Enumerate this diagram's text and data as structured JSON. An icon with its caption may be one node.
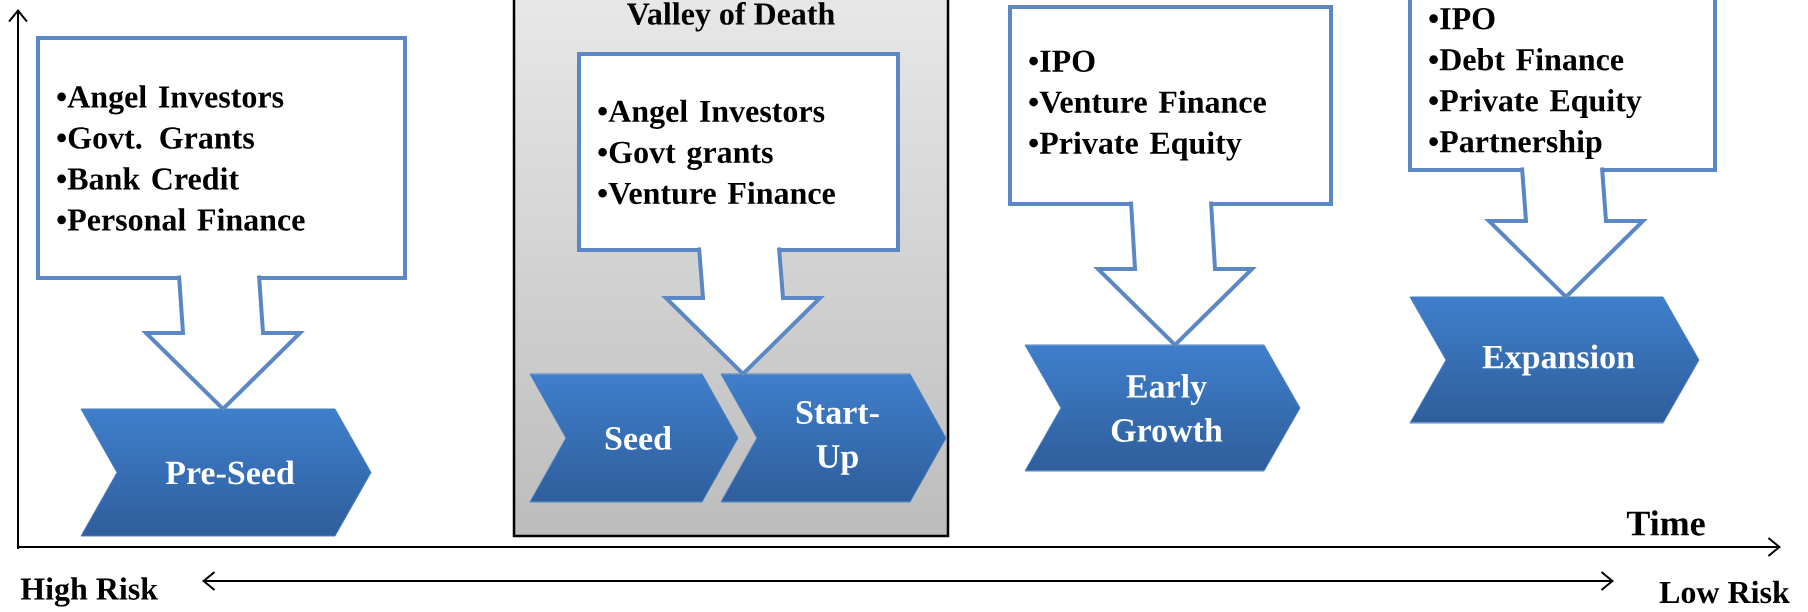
{
  "diagram": {
    "nodes": [
      {
        "text": [
          "•Angel Investors",
          "•Govt. Grants",
          "•Bank Credit",
          "•Personal Finance"
        ]
      },
      {
        "text": [
          "Pre-Seed"
        ]
      },
      {
        "text": [
          "Valley of Death"
        ]
      },
      {
        "text": [
          "•Angel Investors",
          "•Govt grants",
          "•Venture Finance"
        ],
        "in": 2
      },
      {
        "text": [
          "Seed"
        ],
        "in": 2
      },
      {
        "text": [
          "Start-Up"
        ],
        "in": 2
      },
      {
        "text": [
          "•IPO",
          "•Venture Finance",
          "•Private Equity"
        ]
      },
      {
        "text": [
          "Early Growth"
        ]
      },
      {
        "text": [
          "•IPO",
          "•Debt Finance",
          "•Private Equity",
          "•Partnership"
        ]
      },
      {
        "text": [
          "Expansion"
        ]
      }
    ],
    "edges": [
      {
        "from": 0,
        "to": 1,
        "arrow": "to"
      },
      {
        "from": 3,
        "to": 5,
        "arrow": "to"
      },
      {
        "from": 6,
        "to": 7,
        "arrow": "to"
      },
      {
        "from": 8,
        "to": 9,
        "arrow": "to"
      }
    ],
    "labels": [
      "Time",
      "High Risk",
      "Low Risk"
    ]
  }
}
